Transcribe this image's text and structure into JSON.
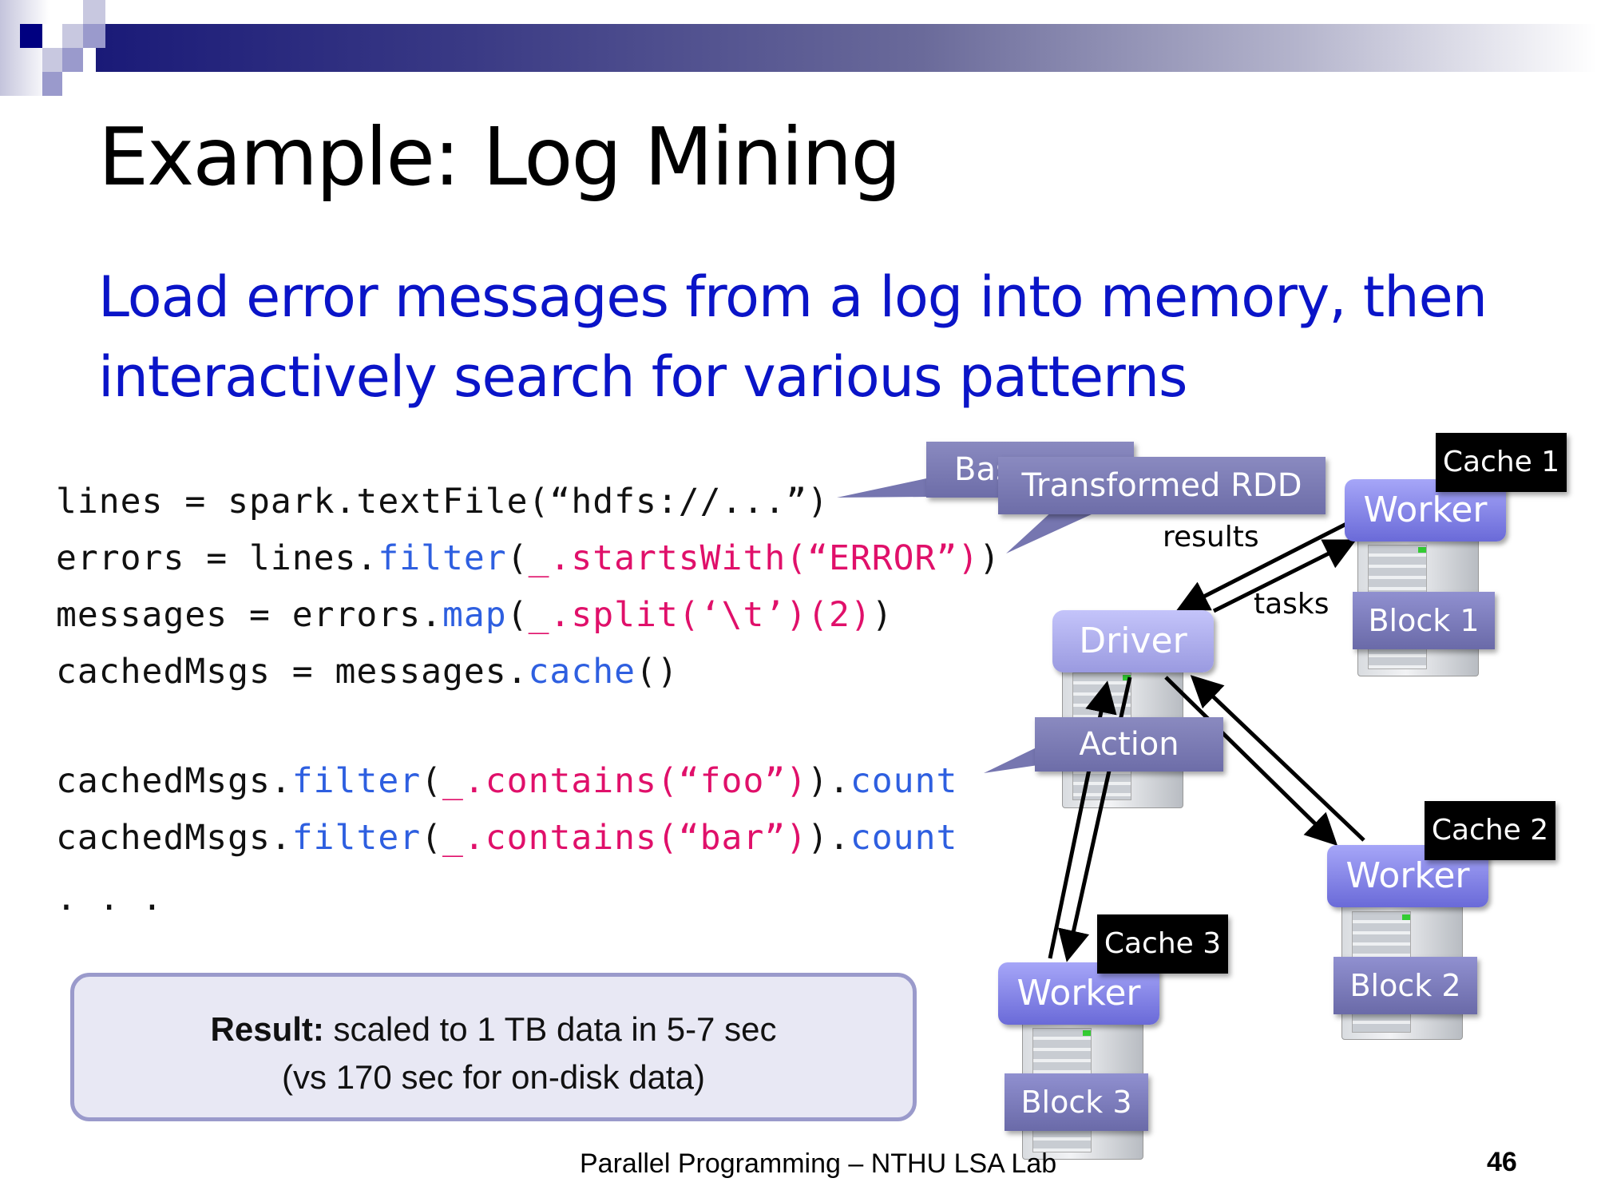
{
  "slide": {
    "title": "Example: Log Mining",
    "subtitle_line1": "Load error messages from a log into memory, then",
    "subtitle_line2": "interactively search for various patterns",
    "footer": "Parallel Programming – NTHU LSA Lab",
    "page_number": "46"
  },
  "code": {
    "line1": {
      "a": "lines = spark.textFile(“hdfs://...”)"
    },
    "line2": {
      "a": "errors = lines.",
      "kw": "filter",
      "b": "(",
      "pk": "_.startsWith(“ERROR”)",
      "c": ")"
    },
    "line3": {
      "a": "messages = errors.",
      "kw": "map",
      "b": "(",
      "pk": "_.split(‘\\t’)(2)",
      "c": ")"
    },
    "line4": {
      "a": "cachedMsgs = messages.",
      "kw": "cache",
      "c": "()"
    },
    "line5": {
      "a": "cachedMsgs.",
      "kw": "filter",
      "b": "(",
      "pk": "_.contains(“foo”)",
      "c": ").",
      "kw2": "count"
    },
    "line6": {
      "a": "cachedMsgs.",
      "kw": "filter",
      "b": "(",
      "pk": "_.contains(“bar”)",
      "c": ").",
      "kw2": "count"
    },
    "ellipsis": ". . ."
  },
  "result": {
    "bold": "Result:",
    "line1": " scaled to 1 TB data in 5-7 sec",
    "line2": "(vs 170 sec for on-disk data)"
  },
  "diagram": {
    "callouts": {
      "base_rdd": "Base RDD",
      "base_rdd_visible": "Bas",
      "transformed_rdd": "Transformed RDD",
      "action": "Action"
    },
    "driver": "Driver",
    "workers": [
      {
        "label": "Worker",
        "cache": "Cache 1",
        "block": "Block 1"
      },
      {
        "label": "Worker",
        "cache": "Cache 2",
        "block": "Block 2"
      },
      {
        "label": "Worker",
        "cache": "Cache 3",
        "block": "Block 3"
      }
    ],
    "arrow_labels": {
      "results": "results",
      "tasks": "tasks"
    }
  },
  "colors": {
    "subtitle": "#0a14c8",
    "code_keyword": "#2e5fe0",
    "code_string": "#e0106a",
    "header_band": "#1a1a78",
    "callout": "#7676b0",
    "worker": "#8080ec",
    "result_border": "#9a9acb"
  }
}
